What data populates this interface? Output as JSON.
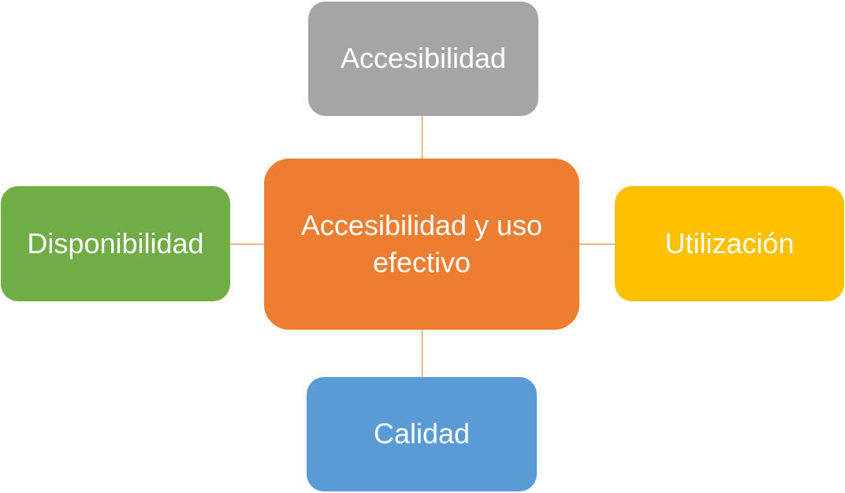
{
  "diagram": {
    "center": {
      "label": "Accesibilidad y uso efectivo",
      "color": "#ED7D31"
    },
    "top": {
      "label": "Accesibilidad",
      "color": "#A5A5A5"
    },
    "left": {
      "label": "Disponibilidad",
      "color": "#70AD47"
    },
    "right": {
      "label": "Utilización",
      "color": "#FFC000"
    },
    "bottom": {
      "label": "Calidad",
      "color": "#5B9BD5"
    },
    "connector_color": "#ED7D31"
  }
}
